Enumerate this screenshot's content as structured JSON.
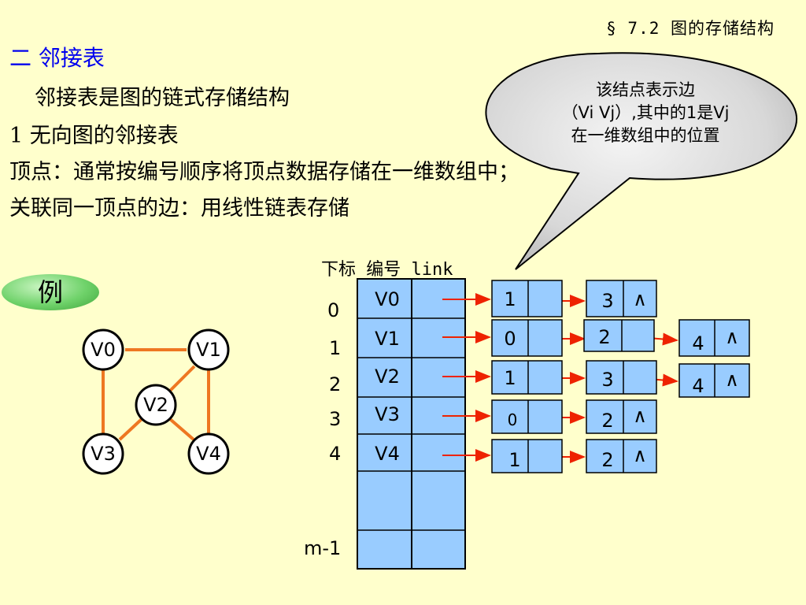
{
  "header": {
    "section": "§ 7.2  图的存储结构"
  },
  "title": "二  邻接表",
  "lines": [
    "邻接表是图的链式存储结构",
    "1 无向图的邻接表",
    "顶点：通常按编号顺序将顶点数据存储在一维数组中；",
    "关联同一顶点的边：用线性链表存储"
  ],
  "callout": [
    "该结点表示边",
    "（Vi Vj）,其中的1是Vj",
    "在一维数组中的位置"
  ],
  "example_label": "例",
  "table_header": "下标 编号 link",
  "indices": [
    "0",
    "1",
    "2",
    "3",
    "4",
    "m-1"
  ],
  "graph": {
    "vertices": [
      "V0",
      "V1",
      "V2",
      "V3",
      "V4"
    ],
    "edges": [
      [
        "V0",
        "V1"
      ],
      [
        "V0",
        "V3"
      ],
      [
        "V1",
        "V2"
      ],
      [
        "V1",
        "V4"
      ],
      [
        "V2",
        "V3"
      ],
      [
        "V2",
        "V4"
      ]
    ]
  },
  "adjacency": [
    {
      "vertex": "V0",
      "nodes": [
        "1",
        "3"
      ]
    },
    {
      "vertex": "V1",
      "nodes": [
        "0",
        "2",
        "4"
      ]
    },
    {
      "vertex": "V2",
      "nodes": [
        "1",
        "3",
        "4"
      ]
    },
    {
      "vertex": "V3",
      "nodes": [
        "0",
        "2"
      ]
    },
    {
      "vertex": "V4",
      "nodes": [
        "1",
        "2"
      ]
    }
  ],
  "null_symbol": "∧",
  "colors": {
    "title": "#0000ee",
    "cell": "#99ccff",
    "edge": "#ee7722",
    "arrow": "#ee2200"
  }
}
